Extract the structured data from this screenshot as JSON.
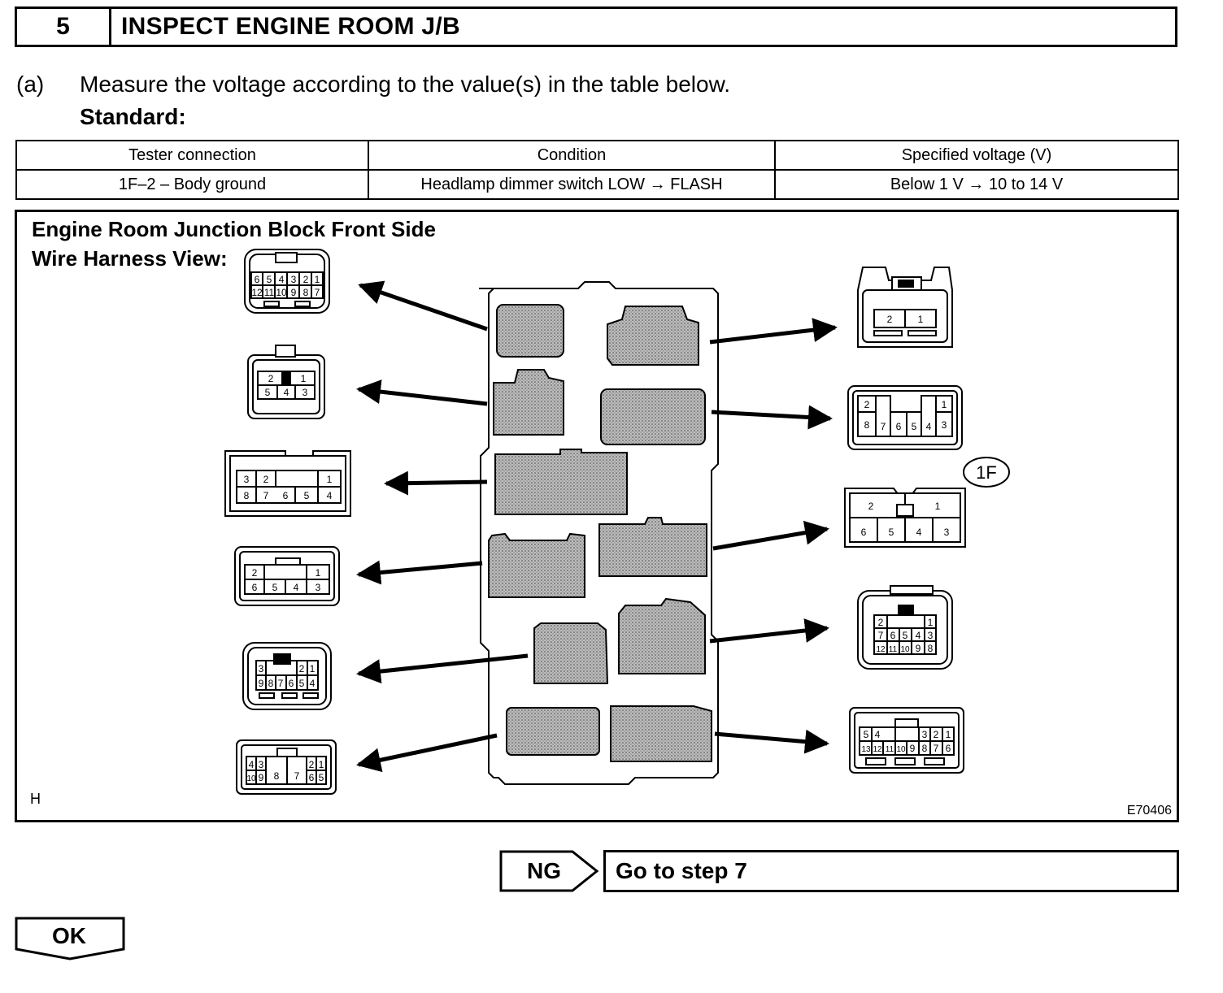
{
  "step": {
    "number": "5",
    "title": "INSPECT ENGINE ROOM J/B"
  },
  "instruction": {
    "letter": "(a)",
    "text": "Measure the voltage according to the value(s) in the table below.",
    "standard_label": "Standard:"
  },
  "table": {
    "headers": [
      "Tester connection",
      "Condition",
      "Specified voltage (V)"
    ],
    "row": [
      "1F–2 – Body ground",
      "Headlamp dimmer switch LOW → FLASH",
      "Below 1 V → 10 to 14 V"
    ]
  },
  "diagram": {
    "title": "Engine Room Junction Block Front Side",
    "subtitle": "Wire Harness View:",
    "code_left": "H",
    "code_right": "E70406",
    "connector_label": "1F",
    "connectors": {
      "left_1": {
        "top": [
          "6",
          "5",
          "4",
          "3",
          "2",
          "1"
        ],
        "bottom": [
          "12",
          "11",
          "10",
          "9",
          "8",
          "7"
        ]
      },
      "left_2": {
        "top": [
          "2",
          "1"
        ],
        "bottom": [
          "5",
          "4",
          "3"
        ]
      },
      "left_3": {
        "top": [
          "3",
          "2",
          "1"
        ],
        "bottom": [
          "8",
          "7",
          "6",
          "5",
          "4"
        ]
      },
      "left_4": {
        "top": [
          "2",
          "1"
        ],
        "bottom": [
          "6",
          "5",
          "4",
          "3"
        ]
      },
      "left_5": {
        "top": [
          "3",
          "2",
          "1"
        ],
        "bottom": [
          "9",
          "8",
          "7",
          "6",
          "5",
          "4"
        ]
      },
      "left_6": {
        "top": [
          "4",
          "3",
          "2",
          "1"
        ],
        "bottom": [
          "10",
          "9",
          "8",
          "7",
          "6",
          "5"
        ]
      },
      "right_1": {
        "top": [
          "2",
          "1"
        ]
      },
      "right_2": {
        "top": [
          "2",
          "1"
        ],
        "bottom": [
          "8",
          "7",
          "6",
          "5",
          "4",
          "3"
        ]
      },
      "right_3": {
        "top": [
          "2",
          "1"
        ],
        "bottom": [
          "6",
          "5",
          "4",
          "3"
        ]
      },
      "right_4": {
        "top": [
          "2",
          "1"
        ],
        "mid": [
          "7",
          "6",
          "5",
          "4",
          "3"
        ],
        "bottom": [
          "12",
          "11",
          "10",
          "9",
          "8"
        ]
      },
      "right_5": {
        "top": [
          "5",
          "4",
          "3",
          "2",
          "1"
        ],
        "bottom": [
          "13",
          "12",
          "11",
          "10",
          "9",
          "8",
          "7",
          "6"
        ]
      }
    }
  },
  "ng": {
    "label": "NG",
    "action": "Go to step 7"
  },
  "ok": {
    "label": "OK"
  }
}
